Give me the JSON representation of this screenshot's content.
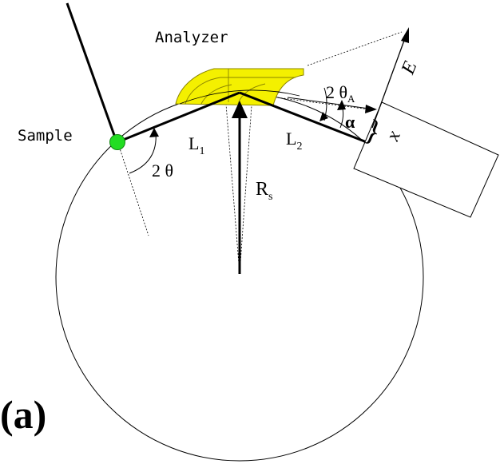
{
  "figure": {
    "panel_label": "(a)",
    "labels": {
      "analyzer": "Analyzer",
      "sample": "Sample",
      "l1_main": "L",
      "l1_sub": "1",
      "l2_main": "L",
      "l2_sub": "2",
      "rs_main": "R",
      "rs_sub": "s",
      "two_theta": "2 θ",
      "two_theta_a_main": "2 θ",
      "two_theta_a_sub": "A",
      "alpha": "α",
      "x": "x",
      "e": "E",
      "brace": "}"
    },
    "colors": {
      "analyzer_fill": "#f4f000",
      "analyzer_stroke": "#8a8400",
      "sample_fill": "#22dd22",
      "sample_stroke": "#118811",
      "line": "#000000"
    }
  }
}
